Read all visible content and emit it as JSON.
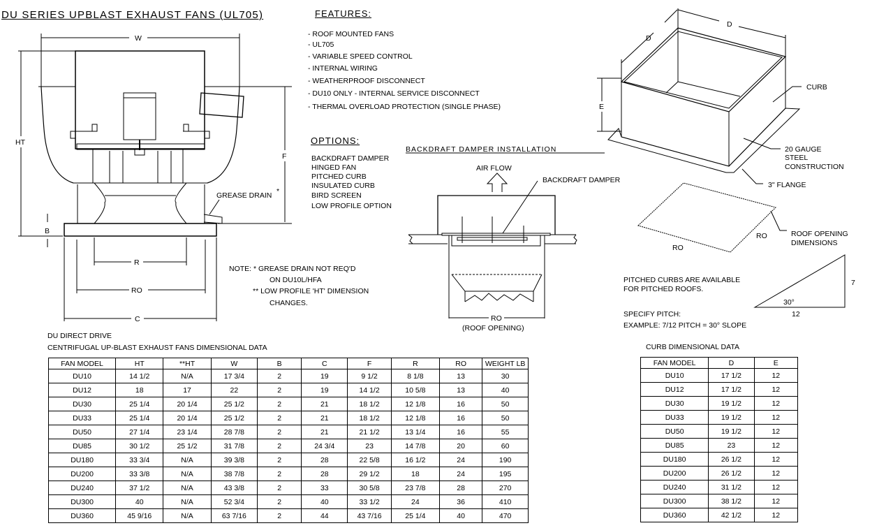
{
  "title": "DU SERIES UPBLAST EXHAUST FANS (UL705)",
  "features": {
    "heading": "FEATURES:",
    "items": [
      "- ROOF MOUNTED FANS",
      "- UL705",
      "- VARIABLE SPEED CONTROL",
      "- INTERNAL WIRING",
      "- WEATHERPROOF DISCONNECT",
      "- DU10 ONLY - INTERNAL SERVICE DISCONNECT",
      "- THERMAL OVERLOAD PROTECTION (SINGLE PHASE)"
    ]
  },
  "options": {
    "heading": "OPTIONS:",
    "items": [
      "BACKDRAFT DAMPER",
      "HINGED FAN",
      "PITCHED CURB",
      "INSULATED CURB",
      "BIRD SCREEN",
      "LOW PROFILE OPTION"
    ]
  },
  "fan_drawing": {
    "w": "W",
    "ht": "HT",
    "f": "F",
    "b": "B",
    "r": "R",
    "ro": "RO",
    "c": "C",
    "grease_drain": "GREASE DRAIN",
    "grease_star": "*",
    "notes": [
      "NOTE: * GREASE DRAIN NOT REQ'D",
      "ON DU10L/HFA",
      "** LOW PROFILE 'HT' DIMENSION",
      "CHANGES."
    ]
  },
  "damper": {
    "title": "BACKDRAFT DAMPER INSTALLATION",
    "air_flow": "AIR FLOW",
    "damper_label": "BACKDRAFT DAMPER",
    "ro": "RO",
    "roof_opening": "(ROOF OPENING)"
  },
  "curb_drawing": {
    "d": "D",
    "e": "E",
    "curb": "CURB",
    "steel": [
      "20 GAUGE",
      "STEEL",
      "CONSTRUCTION"
    ],
    "flange": "3\" FLANGE",
    "ro": "RO",
    "roof_opening": [
      "ROOF OPENING",
      "DIMENSIONS"
    ],
    "pitched": [
      "PITCHED CURBS ARE AVAILABLE",
      "FOR PITCHED ROOFS."
    ],
    "specify": "SPECIFY PITCH:",
    "example": "EXAMPLE: 7/12 PITCH = 30° SLOPE",
    "angle": "30°",
    "run": "12",
    "rise": "7"
  },
  "main_table": {
    "caption1": "DU DIRECT DRIVE",
    "caption2": "CENTRIFUGAL UP-BLAST EXHAUST FANS DIMENSIONAL DATA",
    "headers": [
      "FAN MODEL",
      "HT",
      "**HT",
      "W",
      "B",
      "C",
      "F",
      "R",
      "RO",
      "WEIGHT LB"
    ],
    "rows": [
      [
        "DU10",
        "14 1/2",
        "N/A",
        "17 3/4",
        "2",
        "19",
        "9 1/2",
        "8 1/8",
        "13",
        "30"
      ],
      [
        "DU12",
        "18",
        "17",
        "22",
        "2",
        "19",
        "14 1/2",
        "10 5/8",
        "13",
        "40"
      ],
      [
        "DU30",
        "25 1/4",
        "20 1/4",
        "25 1/2",
        "2",
        "21",
        "18 1/2",
        "12 1/8",
        "16",
        "50"
      ],
      [
        "DU33",
        "25 1/4",
        "20 1/4",
        "25 1/2",
        "2",
        "21",
        "18 1/2",
        "12 1/8",
        "16",
        "50"
      ],
      [
        "DU50",
        "27 1/4",
        "23 1/4",
        "28 7/8",
        "2",
        "21",
        "21 1/2",
        "13 1/4",
        "16",
        "55"
      ],
      [
        "DU85",
        "30 1/2",
        "25 1/2",
        "31 7/8",
        "2",
        "24 3/4",
        "23",
        "14 7/8",
        "20",
        "60"
      ],
      [
        "DU180",
        "33 3/4",
        "N/A",
        "39 3/8",
        "2",
        "28",
        "22 5/8",
        "16 1/2",
        "24",
        "190"
      ],
      [
        "DU200",
        "33 3/8",
        "N/A",
        "38 7/8",
        "2",
        "28",
        "29 1/2",
        "18",
        "24",
        "195"
      ],
      [
        "DU240",
        "37 1/2",
        "N/A",
        "43 3/8",
        "2",
        "33",
        "30 5/8",
        "23 7/8",
        "28",
        "270"
      ],
      [
        "DU300",
        "40",
        "N/A",
        "52 3/4",
        "2",
        "40",
        "33 1/2",
        "24",
        "36",
        "410"
      ],
      [
        "DU360",
        "45 9/16",
        "N/A",
        "63 7/16",
        "2",
        "44",
        "43 7/16",
        "25 1/4",
        "40",
        "470"
      ]
    ]
  },
  "curb_table": {
    "caption": "CURB DIMENSIONAL DATA",
    "headers": [
      "FAN MODEL",
      "D",
      "E"
    ],
    "rows": [
      [
        "DU10",
        "17 1/2",
        "12"
      ],
      [
        "DU12",
        "17 1/2",
        "12"
      ],
      [
        "DU30",
        "19 1/2",
        "12"
      ],
      [
        "DU33",
        "19 1/2",
        "12"
      ],
      [
        "DU50",
        "19 1/2",
        "12"
      ],
      [
        "DU85",
        "23",
        "12"
      ],
      [
        "DU180",
        "26 1/2",
        "12"
      ],
      [
        "DU200",
        "26 1/2",
        "12"
      ],
      [
        "DU240",
        "31 1/2",
        "12"
      ],
      [
        "DU300",
        "38 1/2",
        "12"
      ],
      [
        "DU360",
        "42 1/2",
        "12"
      ]
    ]
  }
}
